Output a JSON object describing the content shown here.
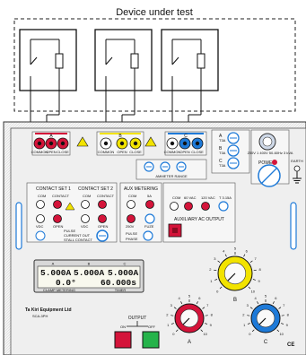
{
  "device_under_test": {
    "title": "Device under test"
  },
  "channels": [
    {
      "letter": "A",
      "color": "#d4143a",
      "jacks": [
        "COMMON",
        "OPEN",
        "CLOSE"
      ]
    },
    {
      "letter": "B",
      "color": "#f2e300",
      "jacks": [
        "COMMON",
        "OPEN",
        "CLOSE"
      ]
    },
    {
      "letter": "C",
      "color": "#1e7ad8",
      "jacks": [
        "COMMON",
        "OPEN",
        "CLOSE"
      ]
    }
  ],
  "contact_sets": {
    "set1": "CONTACT SET 1",
    "set2": "CONTACT SET 2",
    "com": "COM",
    "contact": "CONTACT",
    "nocont": "NO CONT",
    "vdc": "VDC",
    "open": "OPEN",
    "mode": [
      "PULSE",
      "CURRENT OUT",
      "STALL CONTACT"
    ]
  },
  "aux_metering": {
    "title": "AUX METERING",
    "com": "COM",
    "range": "5A",
    "v": "250V",
    "k": "FUZE",
    "pulse": "PULSE",
    "phase": "PHASE"
  },
  "aux_ac_output": {
    "title": "AUXILIARY AC OUTPUT",
    "jacks": [
      "COM",
      "60 VAC",
      "120 VAC",
      "T 3.15A"
    ]
  },
  "ammeter_range": {
    "title": "AMMETER RANGE",
    "fuses": [
      "A",
      "B",
      "C"
    ],
    "fuse_rating": "T3A"
  },
  "power": {
    "title": "POWER",
    "rating": "230V 1 400V 50-60Hz 3 kVA"
  },
  "earth_label": "EARTH",
  "display": {
    "row1": [
      "5.000A",
      "5.000A",
      "5.000A"
    ],
    "row2": [
      "0.0°",
      "60.000s"
    ],
    "row2_left_caption": "CLAMP METERING",
    "row2_right_caption": "TIMER",
    "seg_labels": [
      "A",
      "B",
      "C"
    ]
  },
  "knobs": [
    {
      "letter": "A",
      "color": "#d4143a",
      "ticks": [
        "0",
        "1",
        "2",
        "3",
        "4",
        "5",
        "6",
        "7",
        "8",
        "9",
        "10"
      ]
    },
    {
      "letter": "B",
      "color": "#f2e300",
      "ticks": [
        "0",
        "1",
        "2",
        "3",
        "4",
        "5",
        "6",
        "7",
        "8",
        "9",
        "10"
      ]
    },
    {
      "letter": "C",
      "color": "#1e7ad8",
      "ticks": [
        "0",
        "1",
        "2",
        "3",
        "4",
        "5",
        "6",
        "7",
        "8",
        "9",
        "10"
      ]
    }
  ],
  "output": {
    "title": "OUTPUT",
    "on": "ON",
    "off": "OFF"
  },
  "brand": {
    "name": "Ta Kiri Equipment Ltd",
    "model": "SCA-3PH"
  },
  "ce_mark": "CE",
  "colors": {
    "red": "#d4143a",
    "yellow": "#f2e300",
    "blue": "#1e7ad8",
    "panel": "#e6e6e6"
  }
}
